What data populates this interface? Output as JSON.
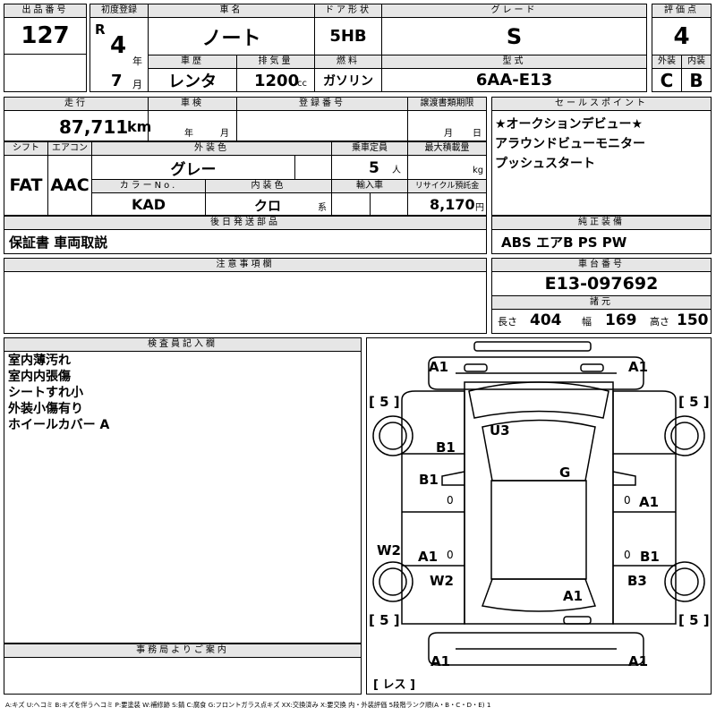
{
  "headers": {
    "lot_no": "出品番号",
    "first_reg": "初度登録",
    "car_name": "車名",
    "door": "ドア形状",
    "grade": "グレード",
    "score": "評価点",
    "history": "車歴",
    "displacement": "排気量",
    "fuel": "燃料",
    "model": "型式",
    "ext": "外装",
    "int": "内装",
    "mileage": "走行",
    "inspection": "車検",
    "reg_no": "登録番号",
    "transfer": "譲渡書類期限",
    "sales_points": "セールスポイント",
    "shift": "シフト",
    "ac": "エアコン",
    "ext_color": "外装色",
    "capacity": "乗車定員",
    "max_load": "最大積載量",
    "color_no": "カラーNo.",
    "int_color": "内装色",
    "import": "輸入車",
    "recycle": "リサイクル預託金",
    "later_parts": "後日発送部品",
    "genuine": "純正装備",
    "notes": "注意事項欄",
    "chassis": "車台番号",
    "specs": "諸元",
    "inspector": "検査員記入欄",
    "office": "事務局よりご案内"
  },
  "lot": {
    "number": "127"
  },
  "first_registration": {
    "era": "R",
    "year": "4",
    "year_unit": "年",
    "month": "7",
    "month_unit": "月"
  },
  "car": {
    "name": "ノート",
    "door": "5HB",
    "grade": "S",
    "history": "レンタ",
    "displacement": "1200",
    "displacement_unit": "cc",
    "fuel": "ガソリン",
    "model": "6AA-E13"
  },
  "score": {
    "overall": "4",
    "exterior": "C",
    "interior": "B"
  },
  "mileage": {
    "value": "87,711",
    "unit": "km"
  },
  "inspection": {
    "year_unit": "年",
    "month_unit": "月"
  },
  "transfer": {
    "month_unit": "月",
    "day_unit": "日"
  },
  "sales_points": [
    "★オークションデビュー★",
    "アラウンドビューモニター",
    "プッシュスタート"
  ],
  "shift": "FAT",
  "ac": "AAC",
  "ext_color": "グレー",
  "capacity": {
    "value": "5",
    "unit": "人"
  },
  "max_load": {
    "unit": "kg"
  },
  "color_no": "KAD",
  "int_color": {
    "value": "クロ",
    "unit": "系"
  },
  "recycle": {
    "value": "8,170",
    "unit": "円"
  },
  "later_parts": "保証書 車両取説",
  "genuine": "ABS エアB PS PW",
  "chassis": "E13-097692",
  "specs": {
    "length_label": "長さ",
    "length": "404",
    "width_label": "幅",
    "width": "169",
    "height_label": "高さ",
    "height": "150"
  },
  "inspector_notes": [
    "室内薄汚れ",
    "室内内張傷",
    "シートすれ小",
    "外装小傷有り",
    "ホイールカバー A"
  ],
  "damage": {
    "front_left": "A1",
    "front_right": "A1",
    "tire_fl": "[ 5 ]",
    "tire_fr": "[ 5 ]",
    "roof": "U3",
    "windshield": "G",
    "left_front_door": "B1",
    "left_fender": "B1",
    "right_fender": "A1",
    "left_pillar": "W2",
    "left_rear_door": "A1",
    "left_rear": "W2",
    "right_rear_door": "B1",
    "right_rear": "B3",
    "trunk": "A1",
    "tire_rl": "[ 5 ]",
    "tire_rr": "[ 5 ]",
    "rear_left": "A1",
    "rear_right": "A1",
    "zero_1": "0",
    "zero_2": "0",
    "zero_3": "0",
    "zero_4": "0",
    "spare": "[ レス ]"
  },
  "legend": "A:キズ U:ヘコミ B:キズを伴うヘコミ P:要塗装 W:補修跡 S:錆 C:腐食 G:フロントガラス点キズ XX:交換済み X:要交換 内・外装評価 5段階ランク順(A・B・C・D・E) 1"
}
